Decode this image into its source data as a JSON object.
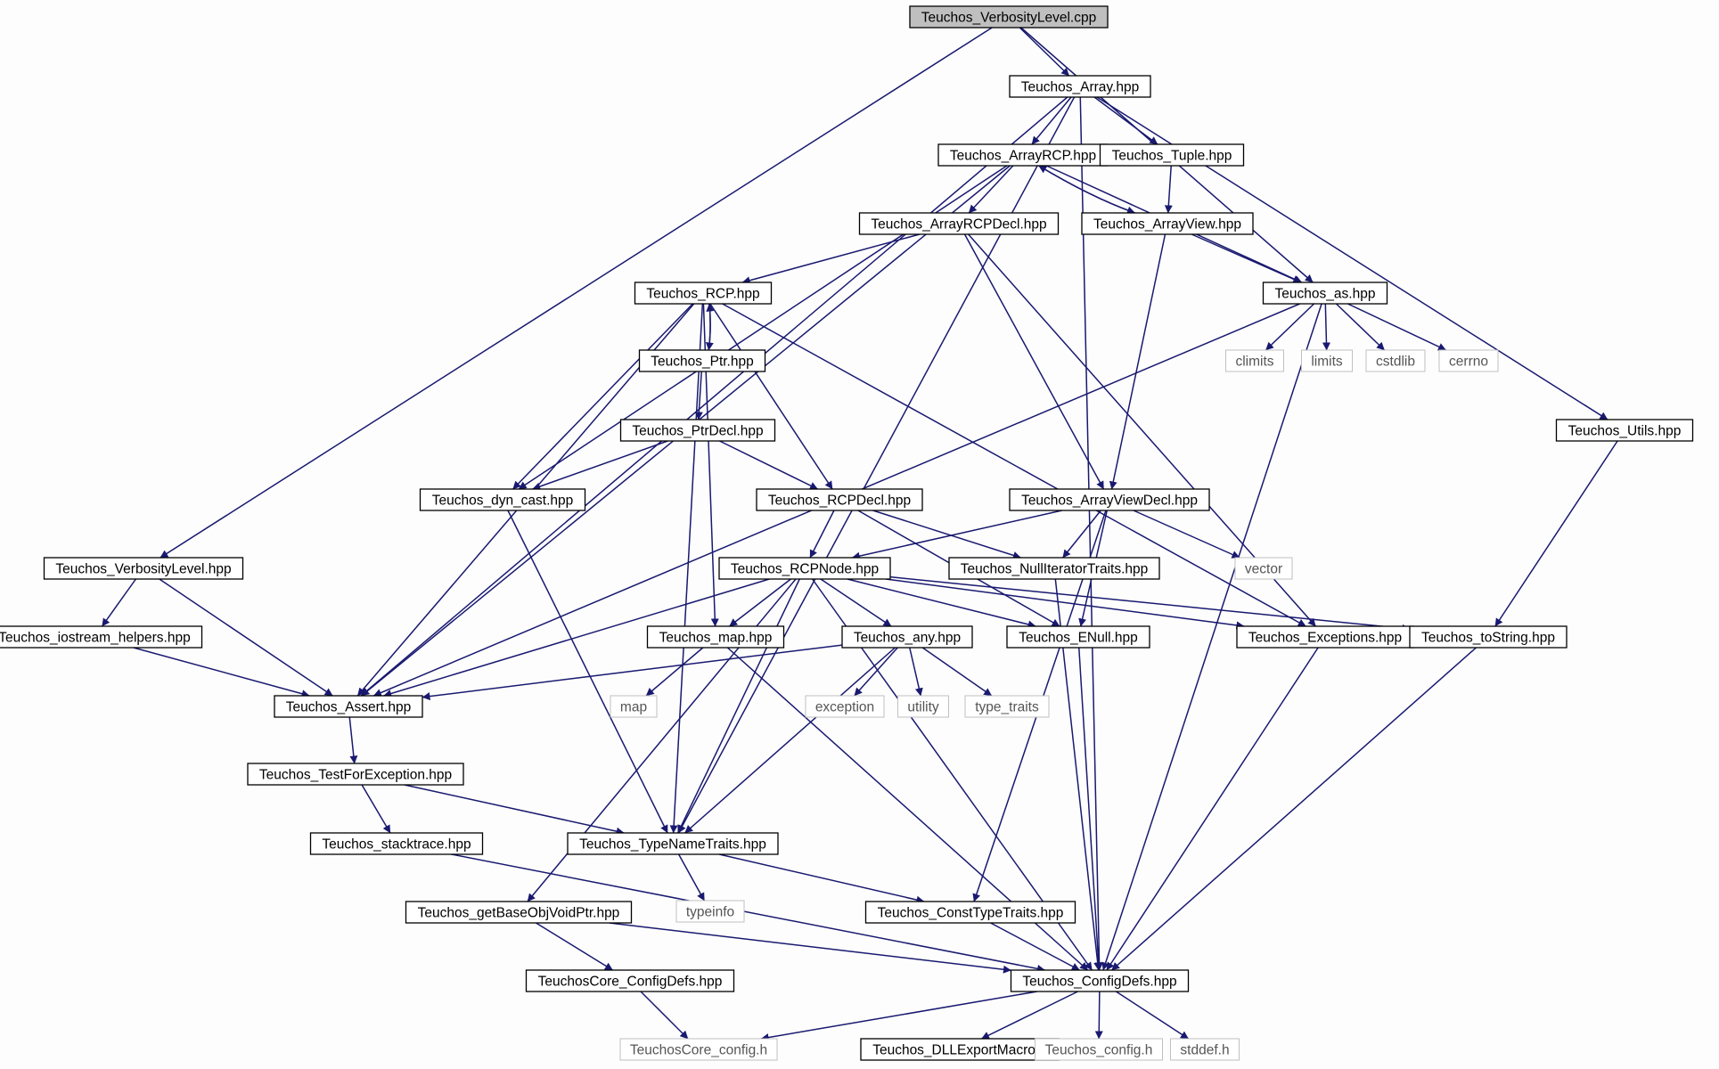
{
  "graph": {
    "edge_color": "#191970",
    "root_fill": "#bfbfbf",
    "external_border": "#c0c0c0",
    "nodes": [
      {
        "id": "root",
        "label": "Teuchos_VerbosityLevel.cpp",
        "kind": "root"
      },
      {
        "id": "array",
        "label": "Teuchos_Array.hpp",
        "kind": "header"
      },
      {
        "id": "arrayrcp",
        "label": "Teuchos_ArrayRCP.hpp",
        "kind": "header"
      },
      {
        "id": "tuple",
        "label": "Teuchos_Tuple.hpp",
        "kind": "header"
      },
      {
        "id": "arrayrcpdecl",
        "label": "Teuchos_ArrayRCPDecl.hpp",
        "kind": "header"
      },
      {
        "id": "arrayview",
        "label": "Teuchos_ArrayView.hpp",
        "kind": "header"
      },
      {
        "id": "rcp",
        "label": "Teuchos_RCP.hpp",
        "kind": "header"
      },
      {
        "id": "as",
        "label": "Teuchos_as.hpp",
        "kind": "header"
      },
      {
        "id": "ptr",
        "label": "Teuchos_Ptr.hpp",
        "kind": "header"
      },
      {
        "id": "climits",
        "label": "climits",
        "kind": "external"
      },
      {
        "id": "limits",
        "label": "limits",
        "kind": "external"
      },
      {
        "id": "cstdlib",
        "label": "cstdlib",
        "kind": "external"
      },
      {
        "id": "cerrno",
        "label": "cerrno",
        "kind": "external"
      },
      {
        "id": "utils",
        "label": "Teuchos_Utils.hpp",
        "kind": "header"
      },
      {
        "id": "ptrdecl",
        "label": "Teuchos_PtrDecl.hpp",
        "kind": "header"
      },
      {
        "id": "dyncast",
        "label": "Teuchos_dyn_cast.hpp",
        "kind": "header"
      },
      {
        "id": "rcpdecl",
        "label": "Teuchos_RCPDecl.hpp",
        "kind": "header"
      },
      {
        "id": "arrayviewdecl",
        "label": "Teuchos_ArrayViewDecl.hpp",
        "kind": "header"
      },
      {
        "id": "vector",
        "label": "vector",
        "kind": "external"
      },
      {
        "id": "verbhpp",
        "label": "Teuchos_VerbosityLevel.hpp",
        "kind": "header"
      },
      {
        "id": "rcpnode",
        "label": "Teuchos_RCPNode.hpp",
        "kind": "header"
      },
      {
        "id": "nulliter",
        "label": "Teuchos_NullIteratorTraits.hpp",
        "kind": "header"
      },
      {
        "id": "iostream",
        "label": "Teuchos_iostream_helpers.hpp",
        "kind": "header"
      },
      {
        "id": "map",
        "label": "Teuchos_map.hpp",
        "kind": "header"
      },
      {
        "id": "any",
        "label": "Teuchos_any.hpp",
        "kind": "header"
      },
      {
        "id": "enull",
        "label": "Teuchos_ENull.hpp",
        "kind": "header"
      },
      {
        "id": "exceptions",
        "label": "Teuchos_Exceptions.hpp",
        "kind": "header"
      },
      {
        "id": "tostring",
        "label": "Teuchos_toString.hpp",
        "kind": "header"
      },
      {
        "id": "assert",
        "label": "Teuchos_Assert.hpp",
        "kind": "header"
      },
      {
        "id": "mapstd",
        "label": "map",
        "kind": "external"
      },
      {
        "id": "exception",
        "label": "exception",
        "kind": "external"
      },
      {
        "id": "utility",
        "label": "utility",
        "kind": "external"
      },
      {
        "id": "typetraits",
        "label": "type_traits",
        "kind": "external"
      },
      {
        "id": "testforexc",
        "label": "Teuchos_TestForException.hpp",
        "kind": "header"
      },
      {
        "id": "stacktrace",
        "label": "Teuchos_stacktrace.hpp",
        "kind": "header"
      },
      {
        "id": "typename",
        "label": "Teuchos_TypeNameTraits.hpp",
        "kind": "header"
      },
      {
        "id": "typeinfo",
        "label": "typeinfo",
        "kind": "external"
      },
      {
        "id": "getbase",
        "label": "Teuchos_getBaseObjVoidPtr.hpp",
        "kind": "header"
      },
      {
        "id": "consttype",
        "label": "Teuchos_ConstTypeTraits.hpp",
        "kind": "header"
      },
      {
        "id": "coreconfigdefs",
        "label": "TeuchosCore_ConfigDefs.hpp",
        "kind": "header"
      },
      {
        "id": "configdefs",
        "label": "Teuchos_ConfigDefs.hpp",
        "kind": "header"
      },
      {
        "id": "coreconfig",
        "label": "TeuchosCore_config.h",
        "kind": "external"
      },
      {
        "id": "dllexport",
        "label": "Teuchos_DLLExportMacro.h",
        "kind": "header"
      },
      {
        "id": "config",
        "label": "Teuchos_config.h",
        "kind": "external"
      },
      {
        "id": "stddef",
        "label": "stddef.h",
        "kind": "external"
      }
    ],
    "edges": [
      [
        "root",
        "array"
      ],
      [
        "root",
        "as"
      ],
      [
        "root",
        "verbhpp"
      ],
      [
        "array",
        "arrayrcp"
      ],
      [
        "array",
        "tuple"
      ],
      [
        "array",
        "utils"
      ],
      [
        "array",
        "assert"
      ],
      [
        "array",
        "typename"
      ],
      [
        "array",
        "configdefs"
      ],
      [
        "arrayrcp",
        "arrayrcpdecl"
      ],
      [
        "arrayrcp",
        "arrayview"
      ],
      [
        "arrayrcp",
        "as"
      ],
      [
        "arrayrcp",
        "dyncast"
      ],
      [
        "arrayrcp",
        "assert"
      ],
      [
        "tuple",
        "arrayview"
      ],
      [
        "arrayview",
        "arrayrcp"
      ],
      [
        "arrayview",
        "as"
      ],
      [
        "arrayview",
        "arrayviewdecl"
      ],
      [
        "arrayrcpdecl",
        "rcp"
      ],
      [
        "arrayrcpdecl",
        "arrayviewdecl"
      ],
      [
        "arrayrcpdecl",
        "exceptions"
      ],
      [
        "rcp",
        "ptr"
      ],
      [
        "rcp",
        "rcpdecl"
      ],
      [
        "rcp",
        "dyncast"
      ],
      [
        "rcp",
        "assert"
      ],
      [
        "rcp",
        "typename"
      ],
      [
        "rcp",
        "map"
      ],
      [
        "rcp",
        "exceptions"
      ],
      [
        "ptr",
        "rcp"
      ],
      [
        "ptr",
        "ptrdecl"
      ],
      [
        "ptrdecl",
        "dyncast"
      ],
      [
        "ptrdecl",
        "rcpdecl"
      ],
      [
        "as",
        "climits"
      ],
      [
        "as",
        "limits"
      ],
      [
        "as",
        "cstdlib"
      ],
      [
        "as",
        "cerrno"
      ],
      [
        "as",
        "assert"
      ],
      [
        "as",
        "configdefs"
      ],
      [
        "utils",
        "tostring"
      ],
      [
        "dyncast",
        "typename"
      ],
      [
        "rcpdecl",
        "rcpnode"
      ],
      [
        "rcpdecl",
        "nulliter"
      ],
      [
        "rcpdecl",
        "enull"
      ],
      [
        "arrayviewdecl",
        "rcpnode"
      ],
      [
        "arrayviewdecl",
        "nulliter"
      ],
      [
        "arrayviewdecl",
        "enull"
      ],
      [
        "arrayviewdecl",
        "vector"
      ],
      [
        "arrayviewdecl",
        "consttype"
      ],
      [
        "verbhpp",
        "iostream"
      ],
      [
        "verbhpp",
        "assert"
      ],
      [
        "iostream",
        "assert"
      ],
      [
        "rcpnode",
        "map"
      ],
      [
        "rcpnode",
        "any"
      ],
      [
        "rcpnode",
        "enull"
      ],
      [
        "rcpnode",
        "exceptions"
      ],
      [
        "rcpnode",
        "tostring"
      ],
      [
        "rcpnode",
        "assert"
      ],
      [
        "rcpnode",
        "typename"
      ],
      [
        "rcpnode",
        "getbase"
      ],
      [
        "rcpnode",
        "configdefs"
      ],
      [
        "nulliter",
        "configdefs"
      ],
      [
        "map",
        "mapstd"
      ],
      [
        "map",
        "configdefs"
      ],
      [
        "any",
        "assert"
      ],
      [
        "any",
        "exception"
      ],
      [
        "any",
        "utility"
      ],
      [
        "any",
        "typetraits"
      ],
      [
        "any",
        "typename"
      ],
      [
        "enull",
        "configdefs"
      ],
      [
        "exceptions",
        "configdefs"
      ],
      [
        "tostring",
        "configdefs"
      ],
      [
        "assert",
        "testforexc"
      ],
      [
        "testforexc",
        "stacktrace"
      ],
      [
        "testforexc",
        "typename"
      ],
      [
        "stacktrace",
        "configdefs"
      ],
      [
        "typename",
        "typeinfo"
      ],
      [
        "typename",
        "consttype"
      ],
      [
        "getbase",
        "coreconfigdefs"
      ],
      [
        "getbase",
        "configdefs"
      ],
      [
        "consttype",
        "configdefs"
      ],
      [
        "coreconfigdefs",
        "coreconfig"
      ],
      [
        "configdefs",
        "coreconfig"
      ],
      [
        "configdefs",
        "dllexport"
      ],
      [
        "configdefs",
        "config"
      ],
      [
        "configdefs",
        "stddef"
      ]
    ]
  }
}
